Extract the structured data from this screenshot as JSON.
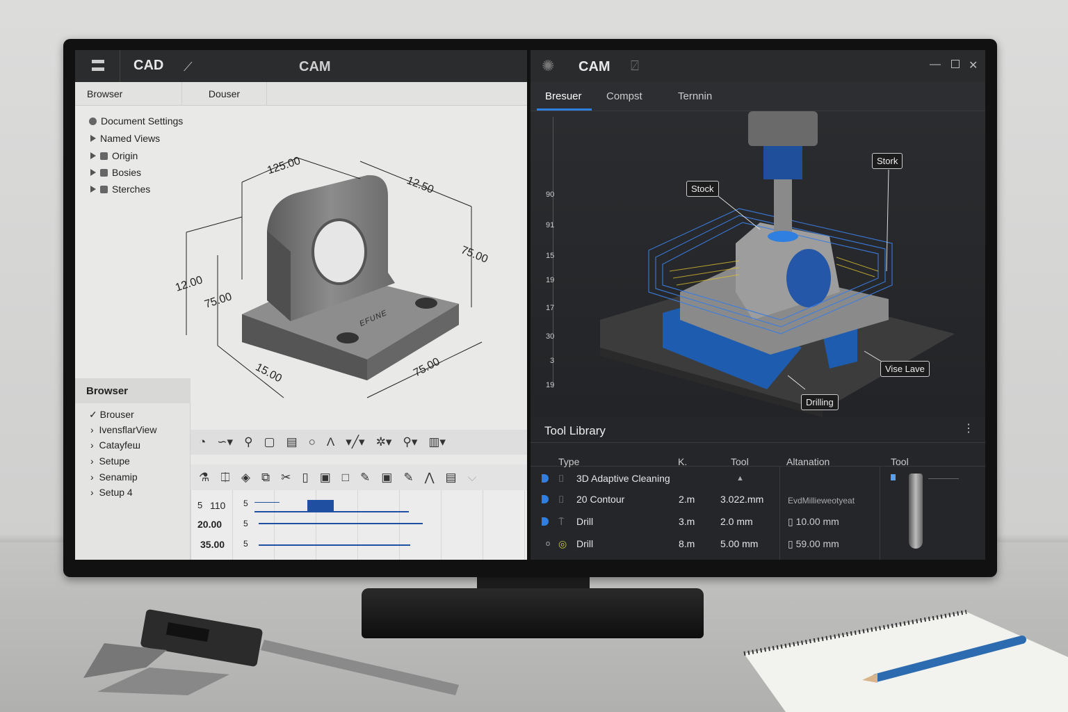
{
  "cad": {
    "title": "CAD",
    "center_title": "CAM",
    "tabs": [
      "Browser",
      "Douser"
    ],
    "tree": [
      "Document Settings",
      "Named Views",
      "Origin",
      "Bosies",
      "Sterches"
    ],
    "dimensions": [
      "125.00",
      "12.50",
      "75.00",
      "12.00",
      "75.00",
      "15.00",
      "75.00"
    ],
    "part_engraving": "EFUNE",
    "browser": {
      "title": "Browser",
      "items": [
        "Brouser",
        "IvensflarView",
        "Catayfeш",
        "Setupe",
        "Senamip",
        "Setup 4"
      ]
    },
    "timeline": [
      {
        "a": "5",
        "b": "110",
        "c": "5"
      },
      {
        "a": "",
        "b": "20.00",
        "c": "5"
      },
      {
        "a": "",
        "b": "35.00",
        "c": "5"
      }
    ]
  },
  "cam": {
    "title": "CAM",
    "tabs": [
      "Bresuer",
      "Compst",
      "Ternnin"
    ],
    "active_tab": "Bresuer",
    "accent": "#2f7fe0",
    "axis_ticks": [
      "90",
      "91",
      "15",
      "19",
      "17",
      "30",
      "3",
      "19"
    ],
    "callouts": {
      "stock": "Stock",
      "stork": "Stork",
      "vise": "Vise Lave",
      "drilling": "Drilling"
    },
    "tool_library": {
      "title": "Tool Library",
      "columns": [
        "Type",
        "K.",
        "Tool",
        "Altanation",
        "Tool"
      ],
      "rows": [
        {
          "type": "3D Adaptive Cleaning",
          "k": "",
          "tool": "",
          "alt": ""
        },
        {
          "type": "20 Contour",
          "k": "2.m",
          "tool": "3.022.mm",
          "alt": "EvdMillieweotyeat"
        },
        {
          "type": "Drill",
          "k": "3.m",
          "tool": "2.0 mm",
          "alt": "10.00 mm"
        },
        {
          "type": "Drill",
          "k": "8.m",
          "tool": "5.00 mm",
          "alt": "59.00 mm",
          "marker": "o"
        }
      ]
    }
  }
}
